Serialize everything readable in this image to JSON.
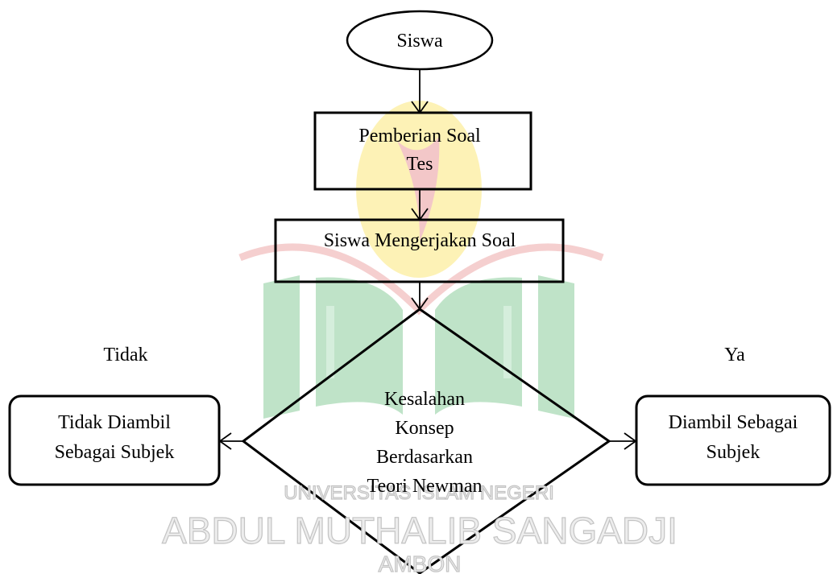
{
  "watermark": {
    "line1": "UNIVERSITAS ISLAM NEGERI",
    "line2": "ABDUL MUTHALIB SANGADJI",
    "line3": "AMBON",
    "colors": {
      "green": "#bfe3c8",
      "yellow": "#fdf1b2",
      "red": "#f3c7c8",
      "text_fill": "#ededed",
      "text_stroke": "#c4c4c4"
    }
  },
  "flowchart": {
    "start": {
      "label": "Siswa"
    },
    "step1": {
      "line1": "Pemberian Soal",
      "line2": "Tes"
    },
    "step2": {
      "label": "Siswa Mengerjakan Soal"
    },
    "decision": {
      "line1": "Kesalahan",
      "line2": "Konsep",
      "line3": "Berdasarkan",
      "line4": "Teori Newman"
    },
    "branch_no": {
      "label": "Tidak",
      "result_line1": "Tidak Diambil",
      "result_line2": "Sebagai Subjek"
    },
    "branch_yes": {
      "label": "Ya",
      "result_line1": "Diambil Sebagai",
      "result_line2": "Subjek"
    }
  }
}
